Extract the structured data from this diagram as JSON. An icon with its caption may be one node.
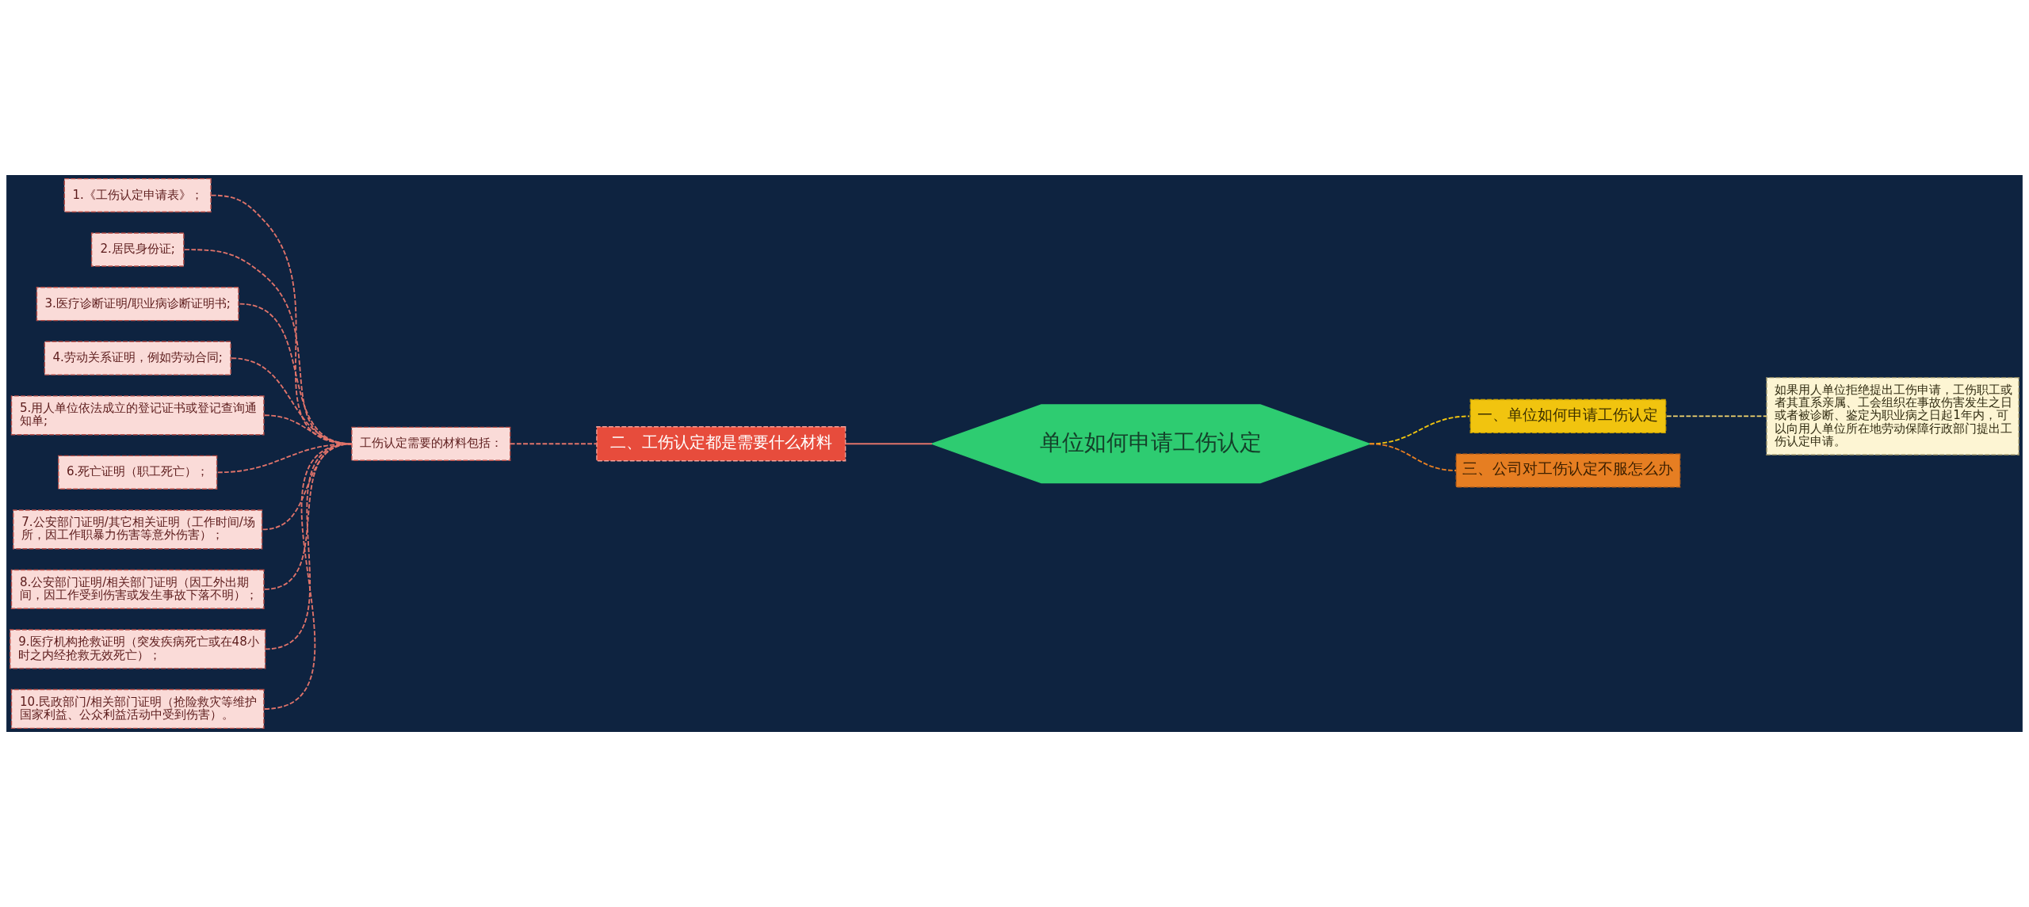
{
  "diagram": {
    "nodes": [
      {
        "text": [
          "单位如何申请工伤认定"
        ]
      },
      {
        "text": [
          "二、工伤认定都是需要什么材料"
        ]
      },
      {
        "text": [
          "工伤认定需要的材料包括："
        ]
      },
      {
        "text": [
          "1.《工伤认定申请表》；"
        ]
      },
      {
        "text": [
          "2.居民身份证;"
        ]
      },
      {
        "text": [
          "3.医疗诊断证明/职业病诊断证明书;"
        ]
      },
      {
        "text": [
          "4.劳动关系证明，例如劳动合同;"
        ]
      },
      {
        "text": [
          "5.用人单位依法成立的登记证书或登记查询通知单;"
        ]
      },
      {
        "text": [
          "6.死亡证明（职工死亡）；"
        ]
      },
      {
        "text": [
          "7.公安部门证明/其它相关证明（工作时间/场所，因工作职暴力伤害等意外伤害）；"
        ]
      },
      {
        "text": [
          "8.公安部门证明/相关部门证明（因工外出期间，因工作受到伤害或发生事故下落不明）；"
        ]
      },
      {
        "text": [
          "9.医疗机构抢救证明（突发疾病死亡或在48小时之内经抢救无效死亡）；"
        ]
      },
      {
        "text": [
          "10.民政部门/相关部门证明（抢险救灾等维护国家利益、公众利益活动中受到伤害）。"
        ]
      },
      {
        "text": [
          "一、单位如何申请工伤认定"
        ]
      },
      {
        "text": [
          "如果用人单位拒绝提出工伤申请，工伤职工或者其直系亲属、工会组织在事故伤害发生之日或者被诊断、鉴定为职业病之日起1年内，可以向用人单位所在地劳动保障行政部门提出工伤认定申请。"
        ]
      },
      {
        "text": [
          "三、公司对工伤认定不服怎么办"
        ]
      }
    ],
    "edges": [
      {
        "from": 3,
        "to": 2,
        "arrow": "none",
        "style": "dashed"
      },
      {
        "from": 4,
        "to": 2,
        "arrow": "none",
        "style": "dashed"
      },
      {
        "from": 5,
        "to": 2,
        "arrow": "none",
        "style": "dashed"
      },
      {
        "from": 6,
        "to": 2,
        "arrow": "none",
        "style": "dashed"
      },
      {
        "from": 7,
        "to": 2,
        "arrow": "none",
        "style": "dashed"
      },
      {
        "from": 8,
        "to": 2,
        "arrow": "none",
        "style": "dashed"
      },
      {
        "from": 9,
        "to": 2,
        "arrow": "none",
        "style": "dashed"
      },
      {
        "from": 10,
        "to": 2,
        "arrow": "none",
        "style": "dashed"
      },
      {
        "from": 11,
        "to": 2,
        "arrow": "none",
        "style": "dashed"
      },
      {
        "from": 12,
        "to": 2,
        "arrow": "none",
        "style": "dashed"
      },
      {
        "from": 2,
        "to": 1,
        "arrow": "none",
        "style": "dashed"
      },
      {
        "from": 1,
        "to": 0,
        "arrow": "none"
      },
      {
        "from": 0,
        "to": 13,
        "arrow": "none",
        "style": "dashed",
        "color": "#f1c40f"
      },
      {
        "from": 13,
        "to": 14,
        "arrow": "none",
        "style": "dashed",
        "color": "#f5d76e"
      },
      {
        "from": 0,
        "to": 15,
        "arrow": "none",
        "style": "dashed",
        "color": "#e67e22"
      }
    ]
  }
}
